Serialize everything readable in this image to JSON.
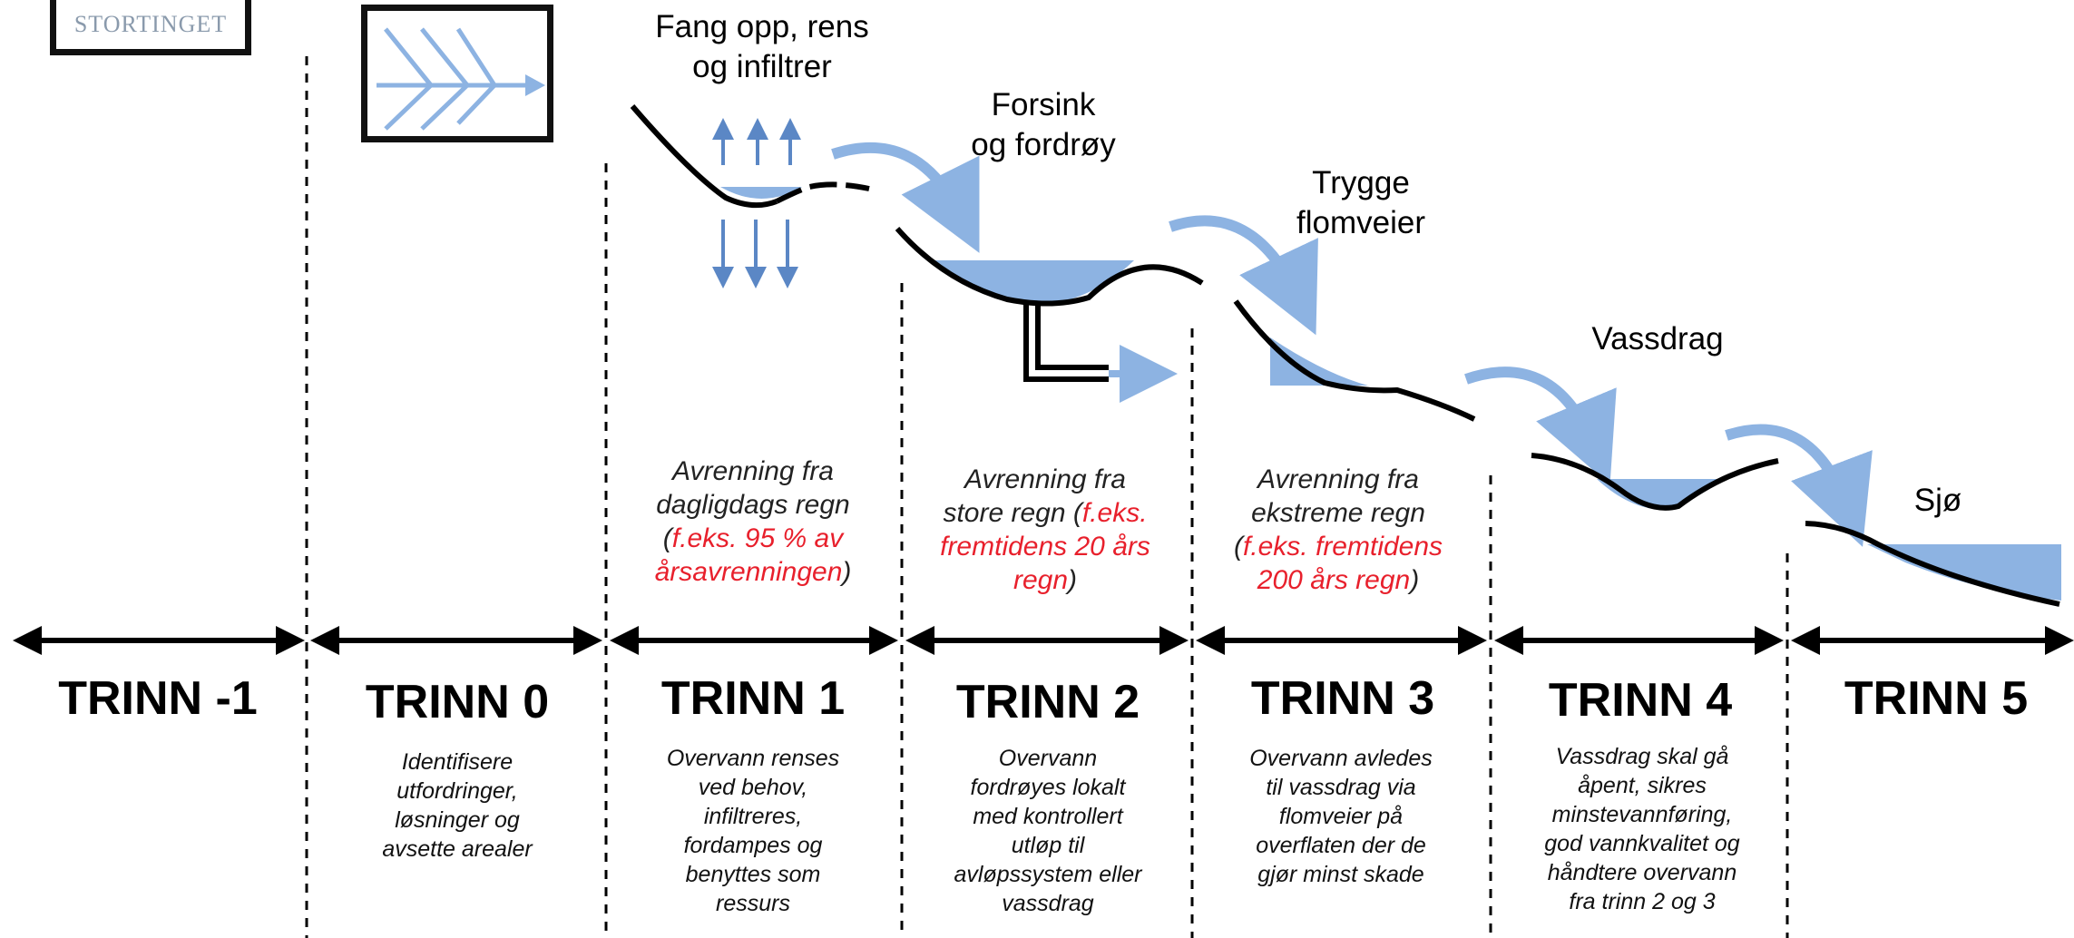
{
  "logo": {
    "text": "STORTINGET"
  },
  "process_labels": {
    "catch": [
      "Fang opp, rens",
      "og infiltrer"
    ],
    "delay": [
      "Forsink",
      "og fordrøy"
    ],
    "flood": [
      "Trygge",
      "flomveier"
    ],
    "stream": "Vassdrag",
    "sea": "Sjø"
  },
  "runoff": {
    "daily": {
      "l1": "Avrenning fra",
      "l2": "dagligdags regn",
      "open": "(",
      "r1": "f.eks. 95 % av",
      "r2": "årsavrenningen",
      "close": ")"
    },
    "large": {
      "l1": "Avrenning fra",
      "l2a": "store regn (",
      "r1": "f.eks.",
      "r2": "fremtidens 20 års",
      "r3": "regn",
      "close": ")"
    },
    "extreme": {
      "l1": "Avrenning fra",
      "l2": "ekstreme regn",
      "open": "(",
      "r1": "f.eks. fremtidens",
      "r2": "200 års regn",
      "close": ")"
    }
  },
  "steps": [
    {
      "title": "TRINN -1",
      "lines": []
    },
    {
      "title": "TRINN 0",
      "lines": [
        "Identifisere",
        "utfordringer,",
        "løsninger og",
        "avsette arealer"
      ]
    },
    {
      "title": "TRINN 1",
      "lines": [
        "Overvann renses",
        "ved behov,",
        "infiltreres,",
        "fordampes og",
        "benyttes som",
        "ressurs"
      ]
    },
    {
      "title": "TRINN 2",
      "lines": [
        "Overvann",
        "fordrøyes lokalt",
        "med kontrollert",
        "utløp til",
        "avløpssystem eller",
        "vassdrag"
      ]
    },
    {
      "title": "TRINN 3",
      "lines": [
        "Overvann avledes",
        "til vassdrag via",
        "flomveier på",
        "overflaten der de",
        "gjør minst skade"
      ]
    },
    {
      "title": "TRINN 4",
      "lines": [
        "Vassdrag skal gå",
        "åpent, sikres",
        "minstevannføring,",
        "god vannkvalitet og",
        "håndtere overvann",
        "fra trinn 2 og 3"
      ]
    },
    {
      "title": "TRINN 5",
      "lines": []
    }
  ],
  "colors": {
    "water": "#8db3e2",
    "arrow_blue": "#5b87c5",
    "red": "#e8202c",
    "line": "#000000"
  }
}
